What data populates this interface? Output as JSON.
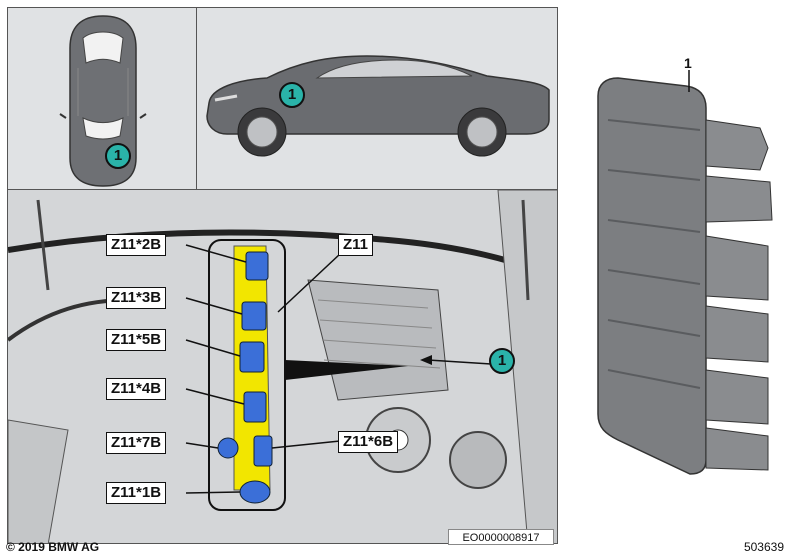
{
  "labels": {
    "z11_2b": "Z11*2B",
    "z11_3b": "Z11*3B",
    "z11_5b": "Z11*5B",
    "z11_4b": "Z11*4B",
    "z11_7b": "Z11*7B",
    "z11_1b": "Z11*1B",
    "z11": "Z11",
    "z11_6b": "Z11*6B"
  },
  "badges": {
    "top_view": "1",
    "side_view": "1",
    "engine_bay": "1"
  },
  "part_number_label": "1",
  "image_code": "EO0000008917",
  "copyright": "© 2019 BMW AG",
  "reference_number": "503639",
  "colors": {
    "badge": "#2ab3a9",
    "connector_strip": "#f2e600",
    "connector": "#3b6fd8"
  }
}
